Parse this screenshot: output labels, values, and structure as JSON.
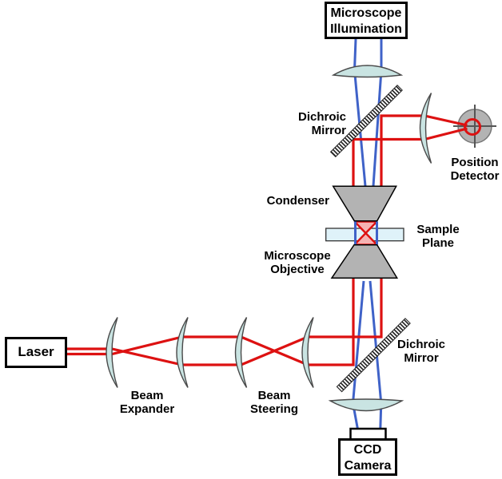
{
  "components": {
    "microscope_illumination": "Microscope\nIllumination",
    "laser": "Laser",
    "ccd_camera": "CCD\nCamera"
  },
  "labels": {
    "dichroic_mirror_top": "Dichroic\nMirror",
    "position_detector": "Position\nDetector",
    "condenser": "Condenser",
    "sample_plane": "Sample\nPlane",
    "microscope_objective": "Microscope\nObjective",
    "dichroic_mirror_bottom": "Dichroic\nMirror",
    "beam_expander": "Beam\nExpander",
    "beam_steering": "Beam\nSteering"
  },
  "colors": {
    "laser_beam": "#dd1111",
    "illumination_beam": "#3f62c8",
    "lens_fill": "#c9e4e2",
    "component_fill": "#b3b3b3",
    "sample_fill": "#dff2f9",
    "focus_fill": "#f5b3b3"
  }
}
